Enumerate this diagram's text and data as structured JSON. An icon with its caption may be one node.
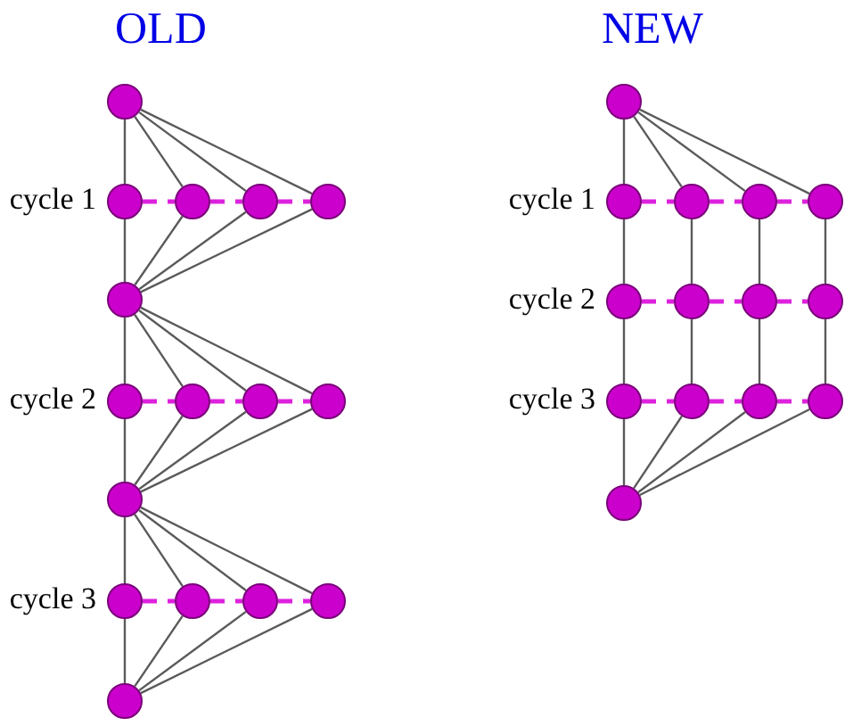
{
  "diagram": {
    "nodes": [
      {
        "text": [],
        "shape": "circle"
      },
      {
        "text": [],
        "shape": "circle",
        "beside": [
          "cycle 1"
        ]
      },
      {
        "text": [],
        "shape": "circle"
      },
      {
        "text": [],
        "shape": "circle"
      },
      {
        "text": [],
        "shape": "circle"
      },
      {
        "text": [],
        "shape": "circle"
      },
      {
        "text": [],
        "shape": "circle",
        "beside": [
          "cycle 2"
        ]
      },
      {
        "text": [],
        "shape": "circle"
      },
      {
        "text": [],
        "shape": "circle"
      },
      {
        "text": [],
        "shape": "circle"
      },
      {
        "text": [],
        "shape": "circle"
      },
      {
        "text": [],
        "shape": "circle",
        "beside": [
          "cycle 3"
        ]
      },
      {
        "text": [],
        "shape": "circle"
      },
      {
        "text": [],
        "shape": "circle"
      },
      {
        "text": [],
        "shape": "circle"
      },
      {
        "text": [],
        "shape": "circle"
      },
      {
        "text": [],
        "shape": "circle"
      },
      {
        "text": [],
        "shape": "circle",
        "beside": [
          "cycle 1"
        ]
      },
      {
        "text": [],
        "shape": "circle"
      },
      {
        "text": [],
        "shape": "circle"
      },
      {
        "text": [],
        "shape": "circle"
      },
      {
        "text": [],
        "shape": "circle",
        "beside": [
          "cycle 2"
        ]
      },
      {
        "text": [],
        "shape": "circle"
      },
      {
        "text": [],
        "shape": "circle"
      },
      {
        "text": [],
        "shape": "circle"
      },
      {
        "text": [],
        "shape": "circle",
        "beside": [
          "cycle 3"
        ]
      },
      {
        "text": [],
        "shape": "circle"
      },
      {
        "text": [],
        "shape": "circle"
      },
      {
        "text": [],
        "shape": "circle"
      },
      {
        "text": [],
        "shape": "circle"
      }
    ],
    "edges": [
      {
        "from": 0,
        "to": 1,
        "arrow": "none"
      },
      {
        "from": 0,
        "to": 2,
        "arrow": "none"
      },
      {
        "from": 0,
        "to": 3,
        "arrow": "none"
      },
      {
        "from": 0,
        "to": 4,
        "arrow": "none"
      },
      {
        "from": 1,
        "to": 2,
        "arrow": "none",
        "style": "dashed",
        "color": "#dd22dd"
      },
      {
        "from": 2,
        "to": 3,
        "arrow": "none",
        "style": "dashed",
        "color": "#dd22dd"
      },
      {
        "from": 3,
        "to": 4,
        "arrow": "none",
        "style": "dashed",
        "color": "#dd22dd"
      },
      {
        "from": 1,
        "to": 5,
        "arrow": "none"
      },
      {
        "from": 2,
        "to": 5,
        "arrow": "none"
      },
      {
        "from": 3,
        "to": 5,
        "arrow": "none"
      },
      {
        "from": 4,
        "to": 5,
        "arrow": "none"
      },
      {
        "from": 5,
        "to": 6,
        "arrow": "none"
      },
      {
        "from": 5,
        "to": 7,
        "arrow": "none"
      },
      {
        "from": 5,
        "to": 8,
        "arrow": "none"
      },
      {
        "from": 5,
        "to": 9,
        "arrow": "none"
      },
      {
        "from": 6,
        "to": 7,
        "arrow": "none",
        "style": "dashed",
        "color": "#dd22dd"
      },
      {
        "from": 7,
        "to": 8,
        "arrow": "none",
        "style": "dashed",
        "color": "#dd22dd"
      },
      {
        "from": 8,
        "to": 9,
        "arrow": "none",
        "style": "dashed",
        "color": "#dd22dd"
      },
      {
        "from": 6,
        "to": 10,
        "arrow": "none"
      },
      {
        "from": 7,
        "to": 10,
        "arrow": "none"
      },
      {
        "from": 8,
        "to": 10,
        "arrow": "none"
      },
      {
        "from": 9,
        "to": 10,
        "arrow": "none"
      },
      {
        "from": 10,
        "to": 11,
        "arrow": "none"
      },
      {
        "from": 10,
        "to": 12,
        "arrow": "none"
      },
      {
        "from": 10,
        "to": 13,
        "arrow": "none"
      },
      {
        "from": 10,
        "to": 14,
        "arrow": "none"
      },
      {
        "from": 11,
        "to": 12,
        "arrow": "none",
        "style": "dashed",
        "color": "#dd22dd"
      },
      {
        "from": 12,
        "to": 13,
        "arrow": "none",
        "style": "dashed",
        "color": "#dd22dd"
      },
      {
        "from": 13,
        "to": 14,
        "arrow": "none",
        "style": "dashed",
        "color": "#dd22dd"
      },
      {
        "from": 11,
        "to": 15,
        "arrow": "none"
      },
      {
        "from": 12,
        "to": 15,
        "arrow": "none"
      },
      {
        "from": 13,
        "to": 15,
        "arrow": "none"
      },
      {
        "from": 14,
        "to": 15,
        "arrow": "none"
      },
      {
        "from": 16,
        "to": 17,
        "arrow": "none"
      },
      {
        "from": 16,
        "to": 18,
        "arrow": "none"
      },
      {
        "from": 16,
        "to": 19,
        "arrow": "none"
      },
      {
        "from": 16,
        "to": 20,
        "arrow": "none"
      },
      {
        "from": 17,
        "to": 18,
        "arrow": "none",
        "style": "dashed",
        "color": "#dd22dd"
      },
      {
        "from": 18,
        "to": 19,
        "arrow": "none",
        "style": "dashed",
        "color": "#dd22dd"
      },
      {
        "from": 19,
        "to": 20,
        "arrow": "none",
        "style": "dashed",
        "color": "#dd22dd"
      },
      {
        "from": 17,
        "to": 21,
        "arrow": "none"
      },
      {
        "from": 18,
        "to": 22,
        "arrow": "none"
      },
      {
        "from": 19,
        "to": 23,
        "arrow": "none"
      },
      {
        "from": 20,
        "to": 24,
        "arrow": "none"
      },
      {
        "from": 21,
        "to": 22,
        "arrow": "none",
        "style": "dashed",
        "color": "#dd22dd"
      },
      {
        "from": 22,
        "to": 23,
        "arrow": "none",
        "style": "dashed",
        "color": "#dd22dd"
      },
      {
        "from": 23,
        "to": 24,
        "arrow": "none",
        "style": "dashed",
        "color": "#dd22dd"
      },
      {
        "from": 21,
        "to": 25,
        "arrow": "none"
      },
      {
        "from": 22,
        "to": 26,
        "arrow": "none"
      },
      {
        "from": 23,
        "to": 27,
        "arrow": "none"
      },
      {
        "from": 24,
        "to": 28,
        "arrow": "none"
      },
      {
        "from": 25,
        "to": 26,
        "arrow": "none",
        "style": "dashed",
        "color": "#dd22dd"
      },
      {
        "from": 26,
        "to": 27,
        "arrow": "none",
        "style": "dashed",
        "color": "#dd22dd"
      },
      {
        "from": 27,
        "to": 28,
        "arrow": "none",
        "style": "dashed",
        "color": "#dd22dd"
      },
      {
        "from": 25,
        "to": 29,
        "arrow": "none"
      },
      {
        "from": 26,
        "to": 29,
        "arrow": "none"
      },
      {
        "from": 27,
        "to": 29,
        "arrow": "none"
      },
      {
        "from": 28,
        "to": 29,
        "arrow": "none"
      }
    ],
    "labels": [
      "OLD",
      "NEW"
    ]
  }
}
